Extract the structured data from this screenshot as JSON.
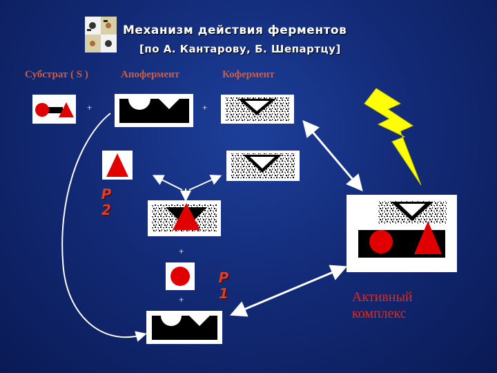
{
  "title": {
    "main": "Механизм действия ферментов",
    "sub": "[по А. Кантарову, Б. Шепартцу]"
  },
  "labels": {
    "substrate": "Субстрат ( S )",
    "apoenzyme": "Апофермент",
    "coenzyme": "Кофермент"
  },
  "pathways": {
    "p2": [
      "Р",
      "2"
    ],
    "p1": [
      "Р",
      "1"
    ]
  },
  "plus_sign": "+",
  "active_complex": [
    "Активный",
    "комплекс"
  ],
  "colors": {
    "red": "#e00000",
    "lightning": "#ffff00",
    "text_red": "#d85a3a"
  }
}
